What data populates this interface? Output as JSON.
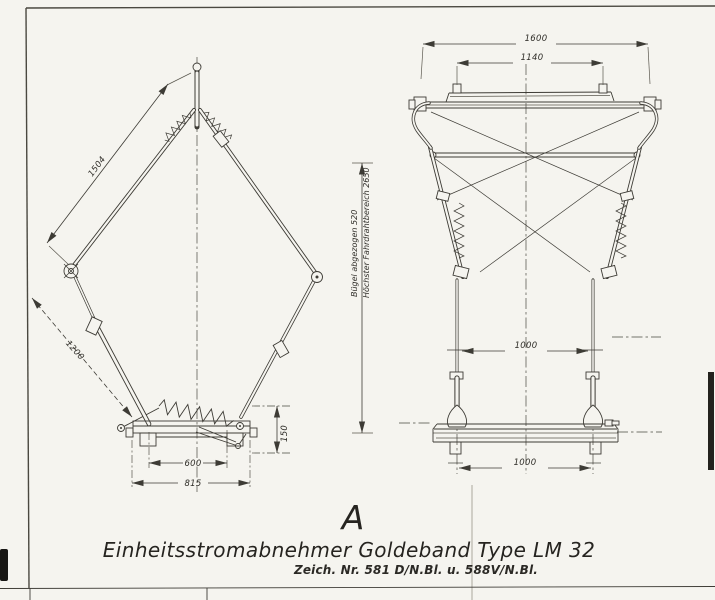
{
  "title_block": {
    "section_letter": "A",
    "title": "Einheitsstromabnehmer Goldeband Type LM 32",
    "drawing_number": "Zeich. Nr. 581 D/N.Bl. u. 588V/N.Bl."
  },
  "side_view": {
    "dim_upper_arm_mm": "1504",
    "dim_lower_arm_mm": "1200",
    "dim_base_inner_mm": "600",
    "dim_base_outer_mm": "815",
    "dim_base_height_mm": "150",
    "note_bugel": "Bügel abgezogen 520",
    "note_fahrdraht": "Höchster Fahrdrahtbereich 2650"
  },
  "front_view": {
    "dim_pan_overall_mm": "1600",
    "dim_pan_straight_mm": "1140",
    "dim_arm_spacing_mm": "1000",
    "dim_base_bolt_spacing_mm": "1000"
  },
  "colors": {
    "ink": "#3d3b35",
    "paper": "#f5f4ef"
  }
}
